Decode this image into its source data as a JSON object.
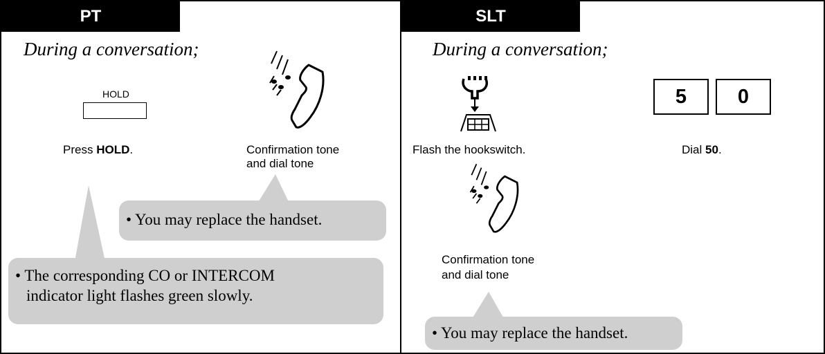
{
  "pt": {
    "tab_label": "PT",
    "intro": "During a conversation;",
    "hold_key_label": "HOLD",
    "step1_prefix": "Press ",
    "step1_bold": "HOLD",
    "step1_suffix": ".",
    "step2_line1": "Confirmation tone",
    "step2_line2": "and dial tone",
    "note_handset": "• You may replace the handset.",
    "note_indicator_line1": "• The corresponding CO or INTERCOM",
    "note_indicator_line2": "indicator light flashes green slowly."
  },
  "slt": {
    "tab_label": "SLT",
    "intro": "During a conversation;",
    "step1": "Flash the hookswitch.",
    "key1": "5",
    "key2": "0",
    "step2_prefix": "Dial ",
    "step2_bold": "50",
    "step2_suffix": ".",
    "step3_line1": "Confirmation tone",
    "step3_line2": "and dial tone",
    "note_handset": "• You may replace the handset."
  },
  "icons": [
    "handset-tone-icon",
    "hookswitch-icon"
  ],
  "colors": {
    "tab_bg": "#000000",
    "bubble_bg": "#cfcfcf"
  }
}
